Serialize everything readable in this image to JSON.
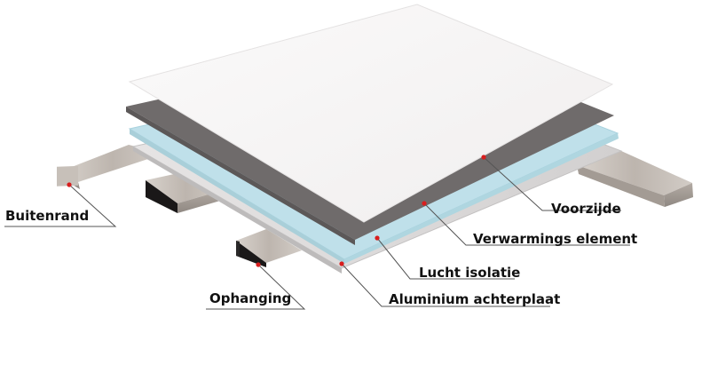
{
  "labels": {
    "voorzijde": "Voorzijde",
    "verwarmings_element": "Verwarmings element",
    "lucht_isolatie": "Lucht isolatie",
    "aluminium_achterplaat": "Aluminium achterplaat",
    "buitenrand": "Buitenrand",
    "ophanging": "Ophanging"
  },
  "colors": {
    "front_panel": "#f5f3f3",
    "heating_layer": "#6f6b6b",
    "insulation": "#bfe0ea",
    "aluminium": "#d9d7d7",
    "beam": "#c9c2bc",
    "marker": "#d81e1e"
  }
}
